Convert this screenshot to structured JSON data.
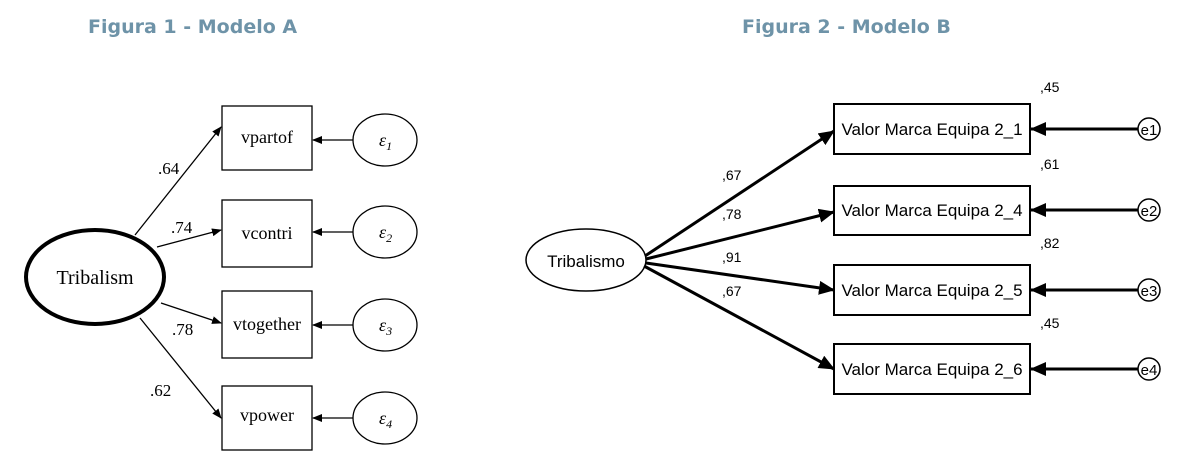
{
  "figure1": {
    "caption": "Figura 1 - Modelo A",
    "latent": "Tribalism",
    "indicators": [
      "vpartof",
      "vcontri",
      "vtogether",
      "vpower"
    ],
    "loadings": [
      ".64",
      ".74",
      ".78",
      ".62"
    ],
    "errors": [
      {
        "sym": "ε",
        "sub": "1"
      },
      {
        "sym": "ε",
        "sub": "2"
      },
      {
        "sym": "ε",
        "sub": "3"
      },
      {
        "sym": "ε",
        "sub": "4"
      }
    ]
  },
  "figure2": {
    "caption": "Figura 2 - Modelo B",
    "latent": "Tribalismo",
    "indicators": [
      "Valor Marca Equipa 2_1",
      "Valor Marca Equipa 2_4",
      "Valor Marca Equipa 2_5",
      "Valor Marca Equipa 2_6"
    ],
    "loadings": [
      ",67",
      ",78",
      ",91",
      ",67"
    ],
    "r_squared": [
      ",45",
      ",61",
      ",82",
      ",45"
    ],
    "errors": [
      "e1",
      "e2",
      "e3",
      "e4"
    ]
  },
  "colors": {
    "caption": "#6e93a8",
    "stroke": "#000000"
  }
}
